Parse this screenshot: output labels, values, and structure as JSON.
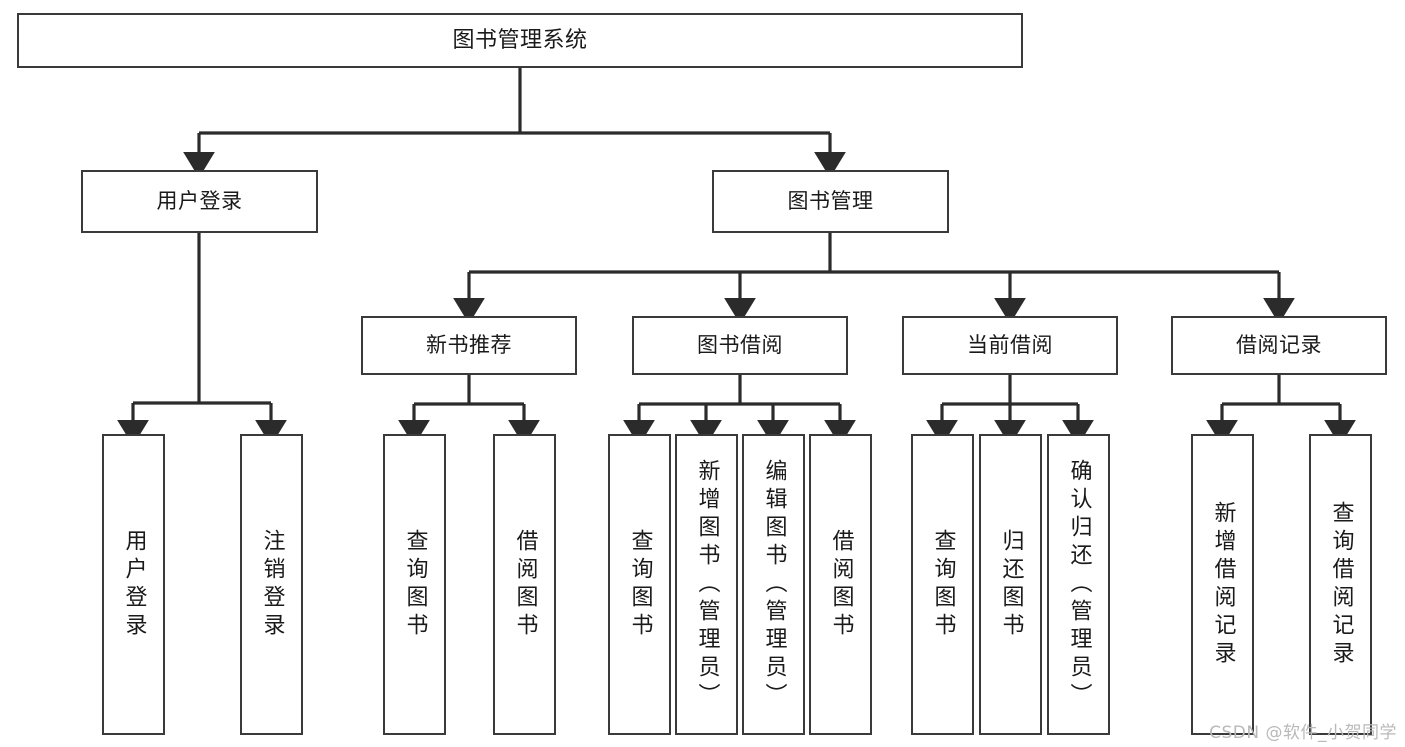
{
  "diagram": {
    "type": "tree",
    "title": "图书管理系统",
    "watermark": "CSDN @软件_小贺同学",
    "colors": {
      "background": "#ffffff",
      "border": "#3a3a3a",
      "connector": "#2b2b2b",
      "text": "#1a1a1a",
      "watermark": "#b9b9b9"
    },
    "nodes": {
      "root": {
        "label": "图书管理系统"
      },
      "level2": [
        {
          "id": "user-login",
          "label": "用户登录"
        },
        {
          "id": "book-manage",
          "label": "图书管理"
        }
      ],
      "level3": [
        {
          "id": "new-book-recommend",
          "label": "新书推荐",
          "parent": "book-manage"
        },
        {
          "id": "book-borrow",
          "label": "图书借阅",
          "parent": "book-manage"
        },
        {
          "id": "current-borrow",
          "label": "当前借阅",
          "parent": "book-manage"
        },
        {
          "id": "borrow-record",
          "label": "借阅记录",
          "parent": "book-manage"
        }
      ],
      "leaves": [
        {
          "id": "leaf-user-login",
          "label": "用户登录",
          "parent": "user-login"
        },
        {
          "id": "leaf-logout-login",
          "label": "注销登录",
          "parent": "user-login"
        },
        {
          "id": "leaf-query-book-1",
          "label": "查询图书",
          "parent": "new-book-recommend"
        },
        {
          "id": "leaf-borrow-book-1",
          "label": "借阅图书",
          "parent": "new-book-recommend"
        },
        {
          "id": "leaf-query-book-2",
          "label": "查询图书",
          "parent": "book-borrow"
        },
        {
          "id": "leaf-add-book",
          "label": "新增图书（管理员）",
          "parent": "book-borrow"
        },
        {
          "id": "leaf-edit-book",
          "label": "编辑图书（管理员）",
          "parent": "book-borrow"
        },
        {
          "id": "leaf-borrow-book-2",
          "label": "借阅图书",
          "parent": "book-borrow"
        },
        {
          "id": "leaf-query-book-3",
          "label": "查询图书",
          "parent": "current-borrow"
        },
        {
          "id": "leaf-return-book",
          "label": "归还图书",
          "parent": "current-borrow"
        },
        {
          "id": "leaf-confirm-return",
          "label": "确认归还（管理员）",
          "parent": "current-borrow"
        },
        {
          "id": "leaf-add-record",
          "label": "新增借阅记录",
          "parent": "borrow-record"
        },
        {
          "id": "leaf-query-record",
          "label": "查询借阅记录",
          "parent": "borrow-record"
        }
      ]
    }
  }
}
